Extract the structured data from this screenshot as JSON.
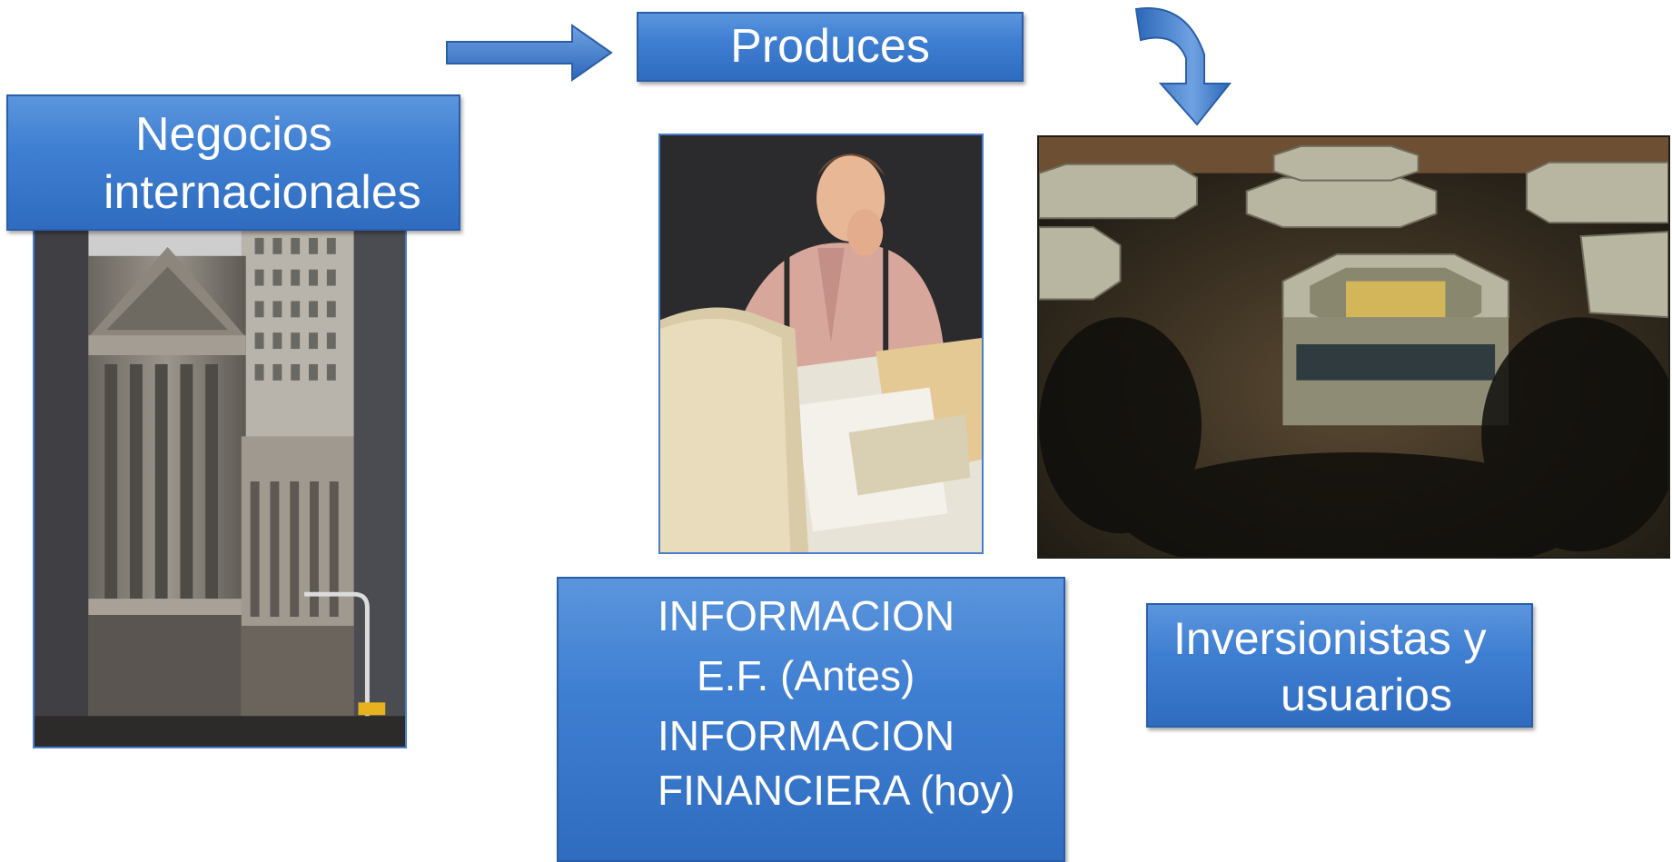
{
  "flow": {
    "source_label_lines": [
      "Negocios",
      "internacionales"
    ],
    "verb_label": "Produces",
    "product_label_lines": [
      "INFORMACION",
      "E.F. (Antes)",
      "INFORMACION",
      "FINANCIERA (hoy)"
    ],
    "audience_label_lines": [
      "Inversionistas y",
      "usuarios"
    ]
  },
  "photos": {
    "building": "building-photo",
    "worker": "office-worker-photo",
    "trading_floor": "trading-floor-photo"
  },
  "colors": {
    "box_fill": "#3f7fd2",
    "box_border": "#2a5ea8",
    "box_text": "#ffffff",
    "arrow_fill": "#3b7bd0"
  }
}
